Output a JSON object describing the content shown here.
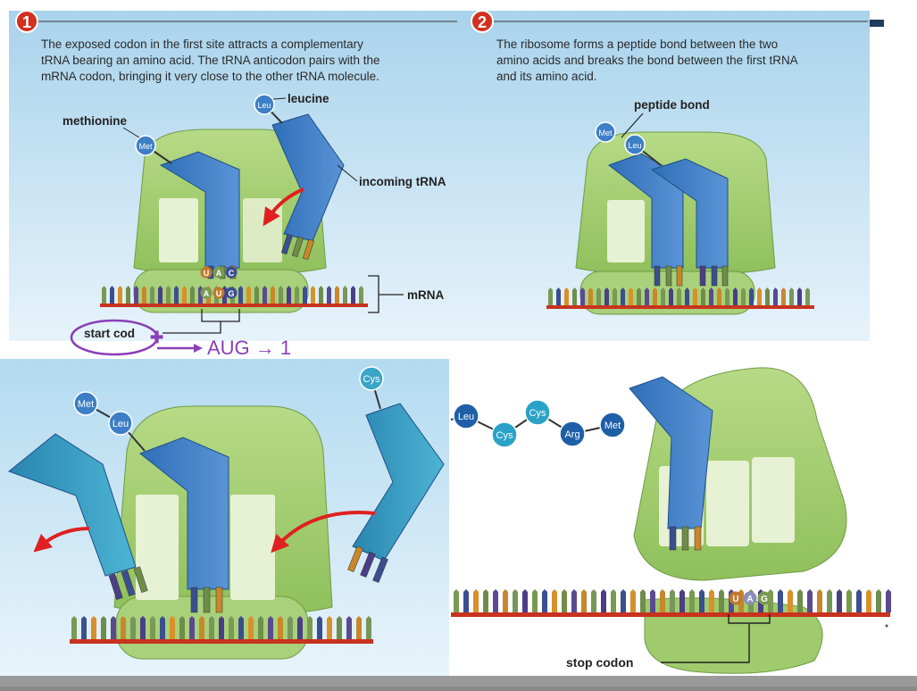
{
  "panels": {
    "p1": {
      "number": "1",
      "caption": [
        "The exposed codon in the first site attracts a complementary",
        "tRNA bearing an amino acid. The tRNA anticodon pairs with the",
        "mRNA codon, bringing it very close to the other tRNA molecule."
      ],
      "labels": {
        "methionine": "methionine",
        "leucine": "leucine",
        "incoming_trna": "incoming tRNA",
        "mrna": "mRNA",
        "start_codon": "start cod"
      },
      "amino": {
        "met": "Met",
        "leu": "Leu"
      },
      "anticodon": [
        "U",
        "A",
        "C"
      ],
      "codon": [
        "A",
        "U",
        "G"
      ]
    },
    "p2": {
      "number": "2",
      "caption": [
        "The ribosome forms a peptide bond between the two",
        "amino acids and breaks the bond between the first tRNA",
        "and its amino acid."
      ],
      "labels": {
        "peptide_bond": "peptide bond"
      },
      "amino": {
        "met": "Met",
        "leu": "Leu"
      }
    },
    "p3": {
      "amino": {
        "met": "Met",
        "leu": "Leu",
        "cys": "Cys"
      }
    },
    "p4": {
      "chain": [
        "Leu",
        "Cys",
        "Cys",
        "Arg",
        "Met"
      ],
      "codon": [
        "U",
        "A",
        "G"
      ],
      "labels": {
        "stop_codon": "stop codon"
      }
    }
  },
  "annotation": {
    "text": "AUG → 1"
  },
  "colors": {
    "ribosome": "#a6cf73",
    "trna_blue": "#3f7fc8",
    "trna_teal": "#2f9fc0",
    "mrna_line": "#c8321e",
    "badge": "#d3301f",
    "annotation": "#8a3fb8"
  }
}
